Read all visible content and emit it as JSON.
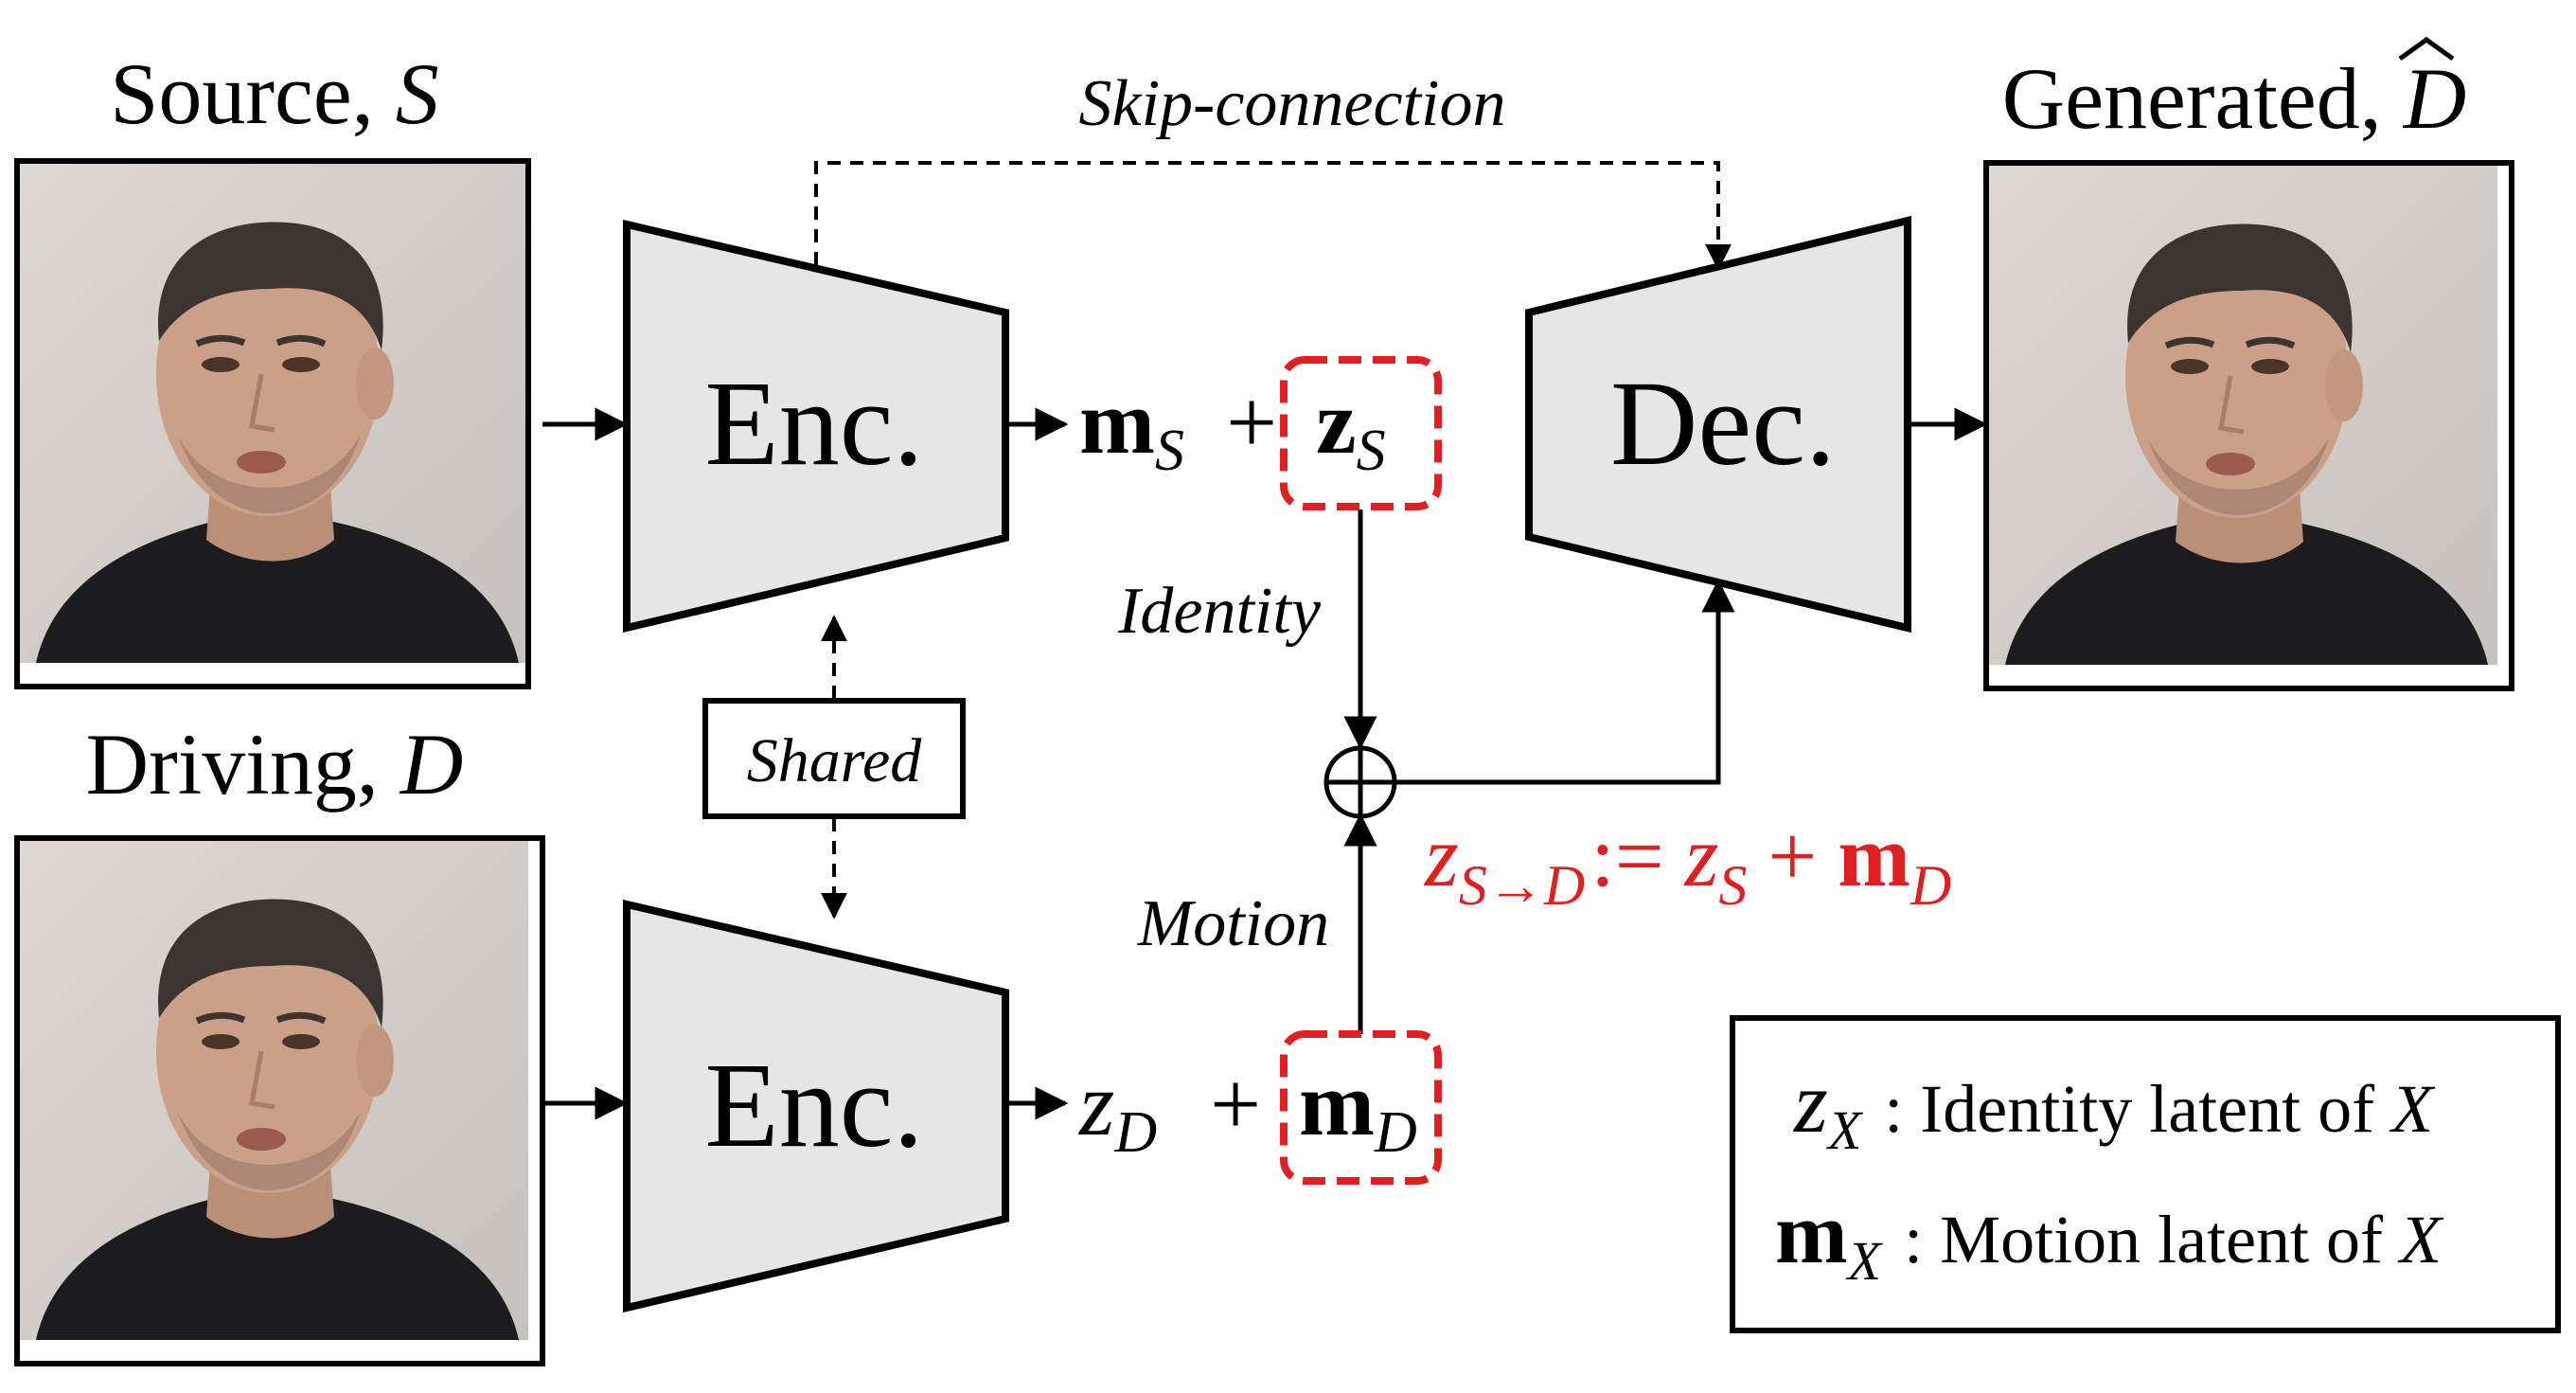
{
  "titles": {
    "source": "Source, ",
    "source_var": "S",
    "driving": "Driving, ",
    "driving_var": "D",
    "generated": "Generated, ",
    "generated_var": "D"
  },
  "blocks": {
    "encoder_top": "Enc.",
    "encoder_bottom": "Enc.",
    "decoder": "Dec.",
    "shared": "Shared"
  },
  "edge_labels": {
    "skip": "Skip-connection",
    "identity": "Identity",
    "motion": "Motion"
  },
  "latents": {
    "top_m": "m",
    "top_m_sub": "S",
    "top_z": "z",
    "top_z_sub": "S",
    "bottom_z": "z",
    "bottom_z_sub": "D",
    "bottom_m": "m",
    "bottom_m_sub": "D",
    "plus": "+"
  },
  "formula": {
    "lhs": "z",
    "lhs_sub": "S→D",
    "assign": ":=",
    "z": "z",
    "z_sub": "S",
    "plus": "+",
    "m": "m",
    "m_sub": "D"
  },
  "legend": {
    "z_sym": "z",
    "z_sub": "X",
    "z_text": " : Identity latent of ",
    "z_var": "X",
    "m_sym": "m",
    "m_sub": "X",
    "m_text": " : Motion latent of ",
    "m_var": "X"
  },
  "colors": {
    "accent_red": "#e02020",
    "block_fill": "#e6e6e6",
    "photo_bg": "#cfc9c4",
    "shirt": "#1c1c1e",
    "skin": "#caa088",
    "hair": "#3b3430"
  }
}
